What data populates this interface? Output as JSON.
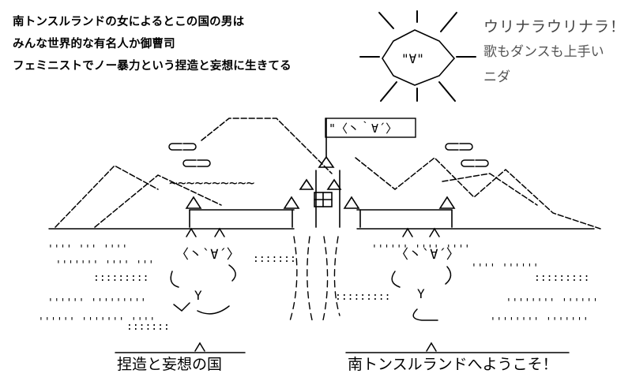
{
  "caption": {
    "line1": "南トンスルランドの女によるとこの国の男は",
    "line2": "みんな世界的な有名人か御曹司",
    "line3": "フェミニストでノー暴力という捏造と妄想に生きてる"
  },
  "speech": {
    "line1": "ウリナラウリナラ！",
    "line2": "歌もダンスも上手い",
    "line3": "ニダ"
  },
  "flag_text": "\"〈丶｀∀´〉",
  "sun_face": "\"∀\"",
  "left_char_face": "〈丶`∀´〉",
  "right_char_face": "〈丶`∀´〉",
  "labels": {
    "left": "捏造と妄想の国",
    "right": "南トンスルランドへようこそ！"
  }
}
